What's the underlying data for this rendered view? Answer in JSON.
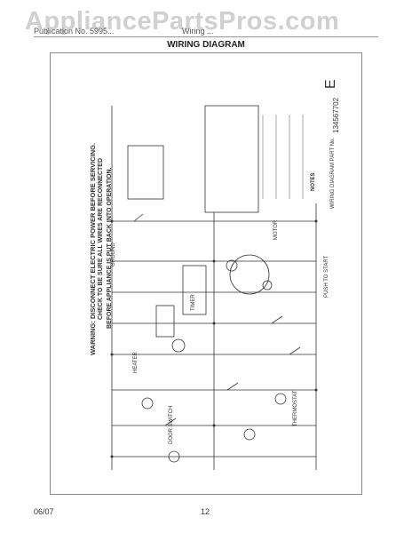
{
  "watermark": "AppliancePartsPros.com",
  "header": {
    "publication": "Publication No. 5995...",
    "section": "Wiring ..."
  },
  "title": "WIRING DIAGRAM",
  "footer": {
    "date": "06/07",
    "page": "12"
  },
  "diagram": {
    "part_number": "134567702",
    "revision_letter": "E",
    "warning_lines": [
      "WARNING: DISCONNECT ELECTRIC POWER BEFORE SERVICING.",
      "CHECK TO BE SURE ALL WIRES ARE RECONNECTED",
      "BEFORE APPLIANCE IS PUT BACK INTO OPERATION."
    ],
    "labels": {
      "motor": "MOTOR",
      "timer": "TIMER",
      "heater": "HEATER",
      "door_switch": "DOOR SWITCH",
      "thermostat": "THERMOSTAT",
      "push_to_start": "PUSH TO START",
      "ground": "GROUND",
      "wiring_diagram_label": "WIRING DIAGRAM PART No.",
      "notes": "NOTES"
    }
  }
}
